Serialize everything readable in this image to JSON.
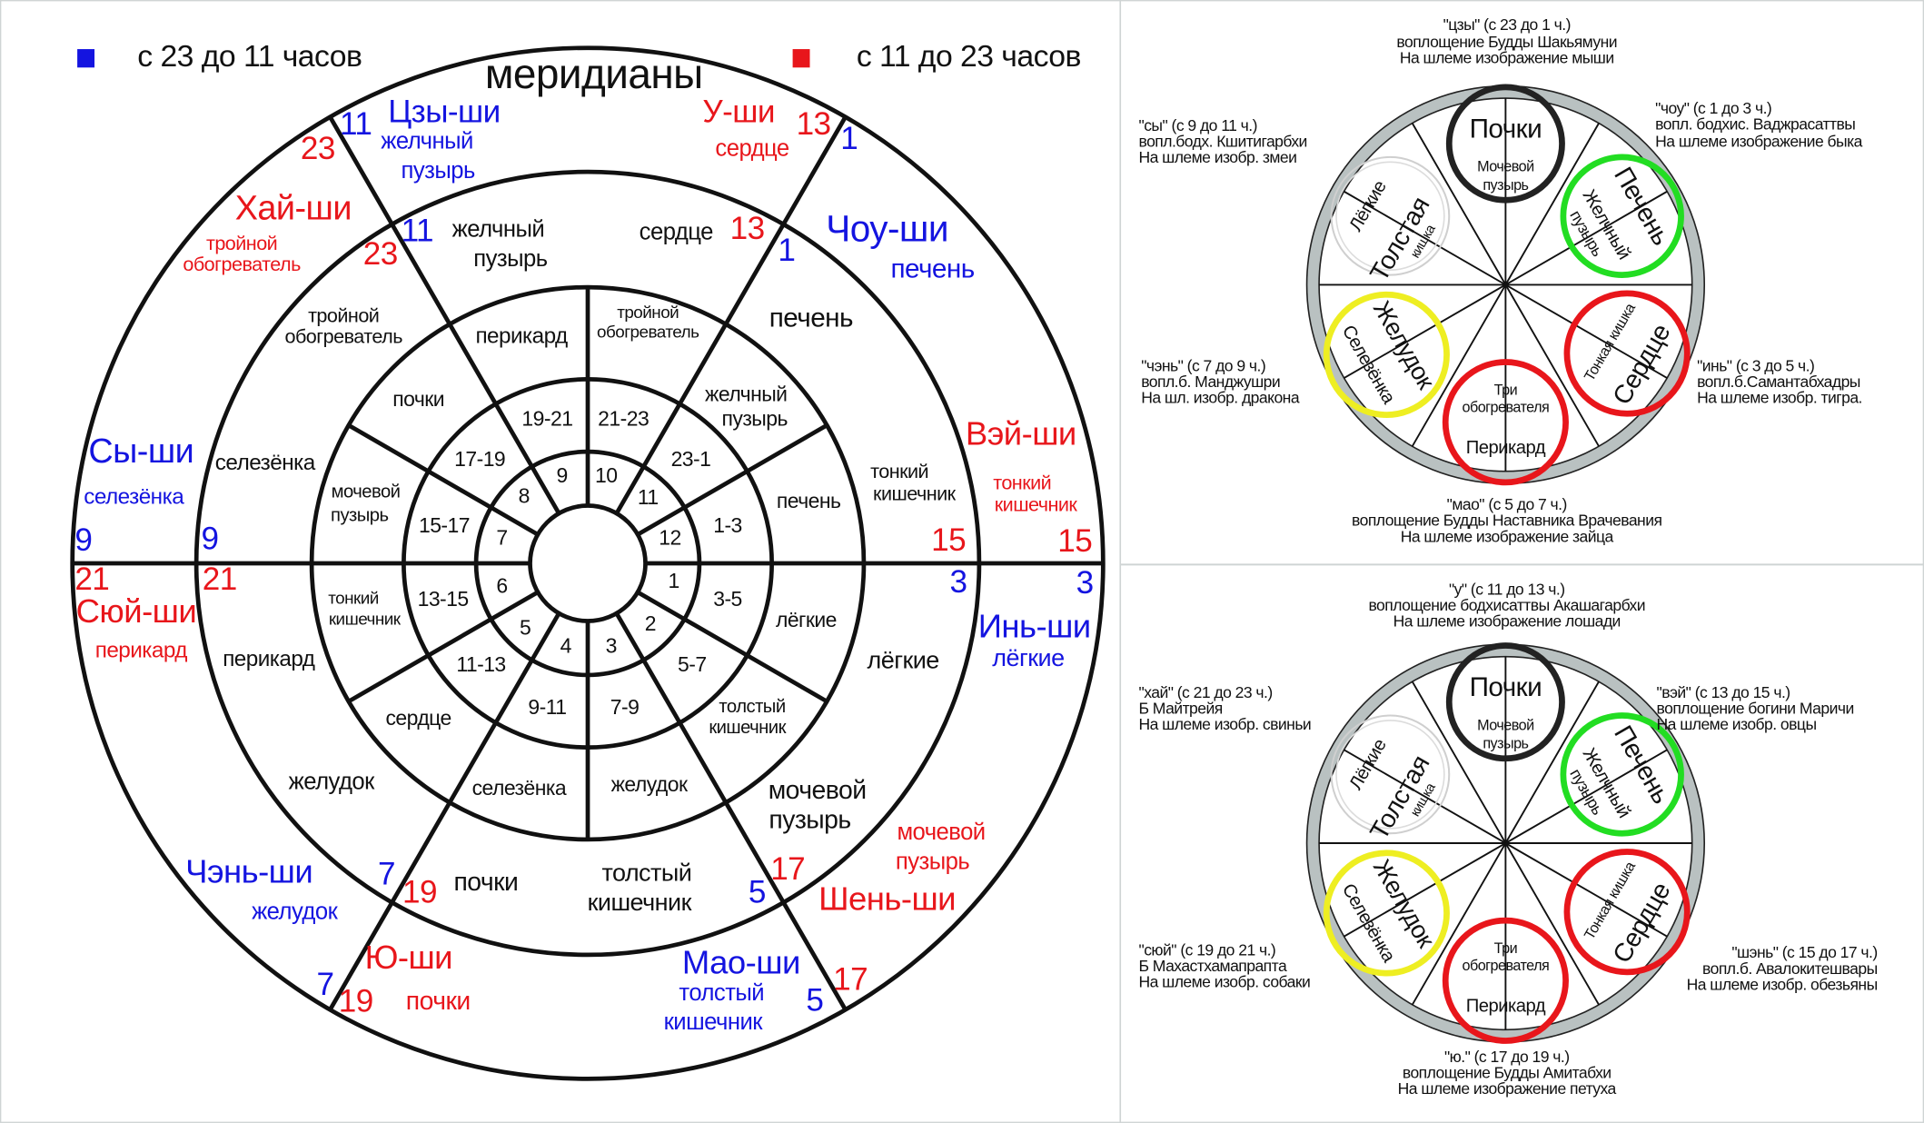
{
  "palette": {
    "blue": "#1414e0",
    "red": "#e8161b",
    "black": "#111111",
    "green": "#22dd22",
    "yellow": "#eeee22",
    "gray_ring": "#b9c1c1"
  },
  "legend": {
    "blue_label": "с 23 до 11 часов",
    "red_label": "с 11 до 23 часов"
  },
  "title": "меридианы",
  "outer_ring": [
    {
      "text": "11",
      "color": "blue"
    },
    {
      "text": "Цзы-ши",
      "color": "blue"
    },
    {
      "text": "желчный",
      "color": "blue"
    },
    {
      "text": "пузырь",
      "color": "blue"
    },
    {
      "text": "23",
      "color": "red"
    },
    {
      "text": "У-ши",
      "color": "red"
    },
    {
      "text": "сердце",
      "color": "red"
    },
    {
      "text": "13",
      "color": "red"
    },
    {
      "text": "1",
      "color": "blue"
    },
    {
      "text": "Хай-ши",
      "color": "red"
    },
    {
      "text": "тройной",
      "color": "red"
    },
    {
      "text": "обогреватель",
      "color": "red"
    },
    {
      "text": "Чоу-ши",
      "color": "blue"
    },
    {
      "text": "печень",
      "color": "blue"
    },
    {
      "text": "Сы-ши",
      "color": "blue"
    },
    {
      "text": "селезёнка",
      "color": "blue"
    },
    {
      "text": "9",
      "color": "blue"
    },
    {
      "text": "Вэй-ши",
      "color": "red"
    },
    {
      "text": "тонкий",
      "color": "red"
    },
    {
      "text": "кишечник",
      "color": "red"
    },
    {
      "text": "15",
      "color": "red"
    },
    {
      "text": "21",
      "color": "red"
    },
    {
      "text": "3",
      "color": "blue"
    },
    {
      "text": "Сюй-ши",
      "color": "red"
    },
    {
      "text": "перикард",
      "color": "red"
    },
    {
      "text": "Инь-ши",
      "color": "blue"
    },
    {
      "text": "лёгкие",
      "color": "blue"
    },
    {
      "text": "Чэнь-ши",
      "color": "blue"
    },
    {
      "text": "желудок",
      "color": "blue"
    },
    {
      "text": "7",
      "color": "blue"
    },
    {
      "text": "19",
      "color": "red"
    },
    {
      "text": "Ю-ши",
      "color": "red"
    },
    {
      "text": "почки",
      "color": "red"
    },
    {
      "text": "Мао-ши",
      "color": "blue"
    },
    {
      "text": "толстый",
      "color": "blue"
    },
    {
      "text": "кишечник",
      "color": "blue"
    },
    {
      "text": "5",
      "color": "blue"
    },
    {
      "text": "17",
      "color": "red"
    },
    {
      "text": "мочевой",
      "color": "red"
    },
    {
      "text": "пузырь",
      "color": "red"
    },
    {
      "text": "Шень-ши",
      "color": "red"
    }
  ],
  "second_ring": [
    {
      "text": "11",
      "color": "blue"
    },
    {
      "text": "23",
      "color": "red"
    },
    {
      "text": "желчный",
      "color": "black"
    },
    {
      "text": "пузырь",
      "color": "black"
    },
    {
      "text": "сердце",
      "color": "black"
    },
    {
      "text": "13",
      "color": "red"
    },
    {
      "text": "1",
      "color": "blue"
    },
    {
      "text": "тройной",
      "color": "black"
    },
    {
      "text": "обогреватель",
      "color": "black"
    },
    {
      "text": "печень",
      "color": "black"
    },
    {
      "text": "селезёнка",
      "color": "black"
    },
    {
      "text": "9",
      "color": "blue"
    },
    {
      "text": "тонкий",
      "color": "black"
    },
    {
      "text": "кишечник",
      "color": "black"
    },
    {
      "text": "15",
      "color": "red"
    },
    {
      "text": "21",
      "color": "red"
    },
    {
      "text": "3",
      "color": "blue"
    },
    {
      "text": "перикард",
      "color": "black"
    },
    {
      "text": "лёгкие",
      "color": "black"
    },
    {
      "text": "желудок",
      "color": "black"
    },
    {
      "text": "мочевой",
      "color": "black"
    },
    {
      "text": "пузырь",
      "color": "black"
    },
    {
      "text": "7",
      "color": "blue"
    },
    {
      "text": "19",
      "color": "red"
    },
    {
      "text": "почки",
      "color": "black"
    },
    {
      "text": "толстый",
      "color": "black"
    },
    {
      "text": "кишечник",
      "color": "black"
    },
    {
      "text": "5",
      "color": "blue"
    },
    {
      "text": "17",
      "color": "red"
    }
  ],
  "third_ring": [
    "перикард",
    "тройной",
    "обогреватель",
    "почки",
    "желчный",
    "пузырь",
    "мочевой",
    "пузырь",
    "печень",
    "тонкий",
    "кишечник",
    "лёгкие",
    "сердце",
    "толстый",
    "кишечник",
    "селезёнка",
    "желудок"
  ],
  "hours_ring": [
    "19-21",
    "21-23",
    "17-19",
    "23-1",
    "15-17",
    "1-3",
    "13-15",
    "3-5",
    "11-13",
    "5-7",
    "9-11",
    "7-9"
  ],
  "inner_ring": [
    "9",
    "10",
    "8",
    "11",
    "7",
    "12",
    "6",
    "1",
    "5",
    "2",
    "4",
    "3"
  ],
  "organs": {
    "top": "Почки",
    "top_sub1": "Мочевой",
    "top_sub2": "пузырь",
    "upper_left_a": "Лёгкие",
    "upper_left_b": "Толстая",
    "upper_left_c": "кишка",
    "upper_right_a": "Печень",
    "upper_right_b": "Желчный",
    "upper_right_c": "пузырь",
    "lower_left_a": "Желудок",
    "lower_left_b": "Селезёнка",
    "lower_right_a": "Сердце",
    "lower_right_b": "Тонкая кишка",
    "bottom_sub1": "Три",
    "bottom_sub2": "обогревателя",
    "bottom": "Перикард"
  },
  "wheels": [
    {
      "top": [
        "\"цзы\" (с 23 до 1 ч.)",
        "воплощение Будды Шакьямуни",
        "На шлеме изображение мыши"
      ],
      "upper_left": [
        "\"сы\" (с 9 до 11 ч.)",
        "вопл.бодх. Кшитигарбхи",
        "На шлеме изобр. змеи"
      ],
      "upper_right": [
        "\"чоу\" (с 1 до 3 ч.)",
        "вопл. бодхис. Ваджрасаттвы",
        "На шлеме изображение быка"
      ],
      "lower_left": [
        "\"чэнь\" (с 7 до 9 ч.)",
        "вопл.б. Манджушри",
        "На шл. изобр. дракона"
      ],
      "lower_right": [
        "\"инь\" (с 3 до 5 ч.)",
        "вопл.б.Самантабхадры",
        "На шлеме изобр. тигра."
      ],
      "bottom": [
        "\"мао\" (с 5 до 7 ч.)",
        "воплощение Будды Наставника Врачевания",
        "На шлеме изображение зайца"
      ]
    },
    {
      "top": [
        "\"у\" (с 11 до 13 ч.)",
        "воплощение бодхисаттвы Акашагарбхи",
        "На шлеме изображение лошади"
      ],
      "upper_left": [
        "\"хай\" (с 21 до 23 ч.)",
        "Б Майтрейя",
        "На шлеме изобр. свиньи"
      ],
      "upper_right": [
        "\"вэй\" (с 13 до 15 ч.)",
        "воплощение богини Маричи",
        "На шлеме изобр. овцы"
      ],
      "lower_left": [
        "\"сюй\" (с 19 до 21 ч.)",
        "Б Махастхамапрапта",
        "На шлеме изобр. собаки"
      ],
      "lower_right": [
        "\"шэнь\" (с 15 до 17 ч.)",
        "вопл.б. Авалокитешвары",
        "На шлеме изобр. обезьяны"
      ],
      "bottom": [
        "\"ю.\" (с 17 до 19 ч.)",
        "воплощение Будды Амитабхи",
        "На шлеме изображение петуха"
      ]
    }
  ]
}
